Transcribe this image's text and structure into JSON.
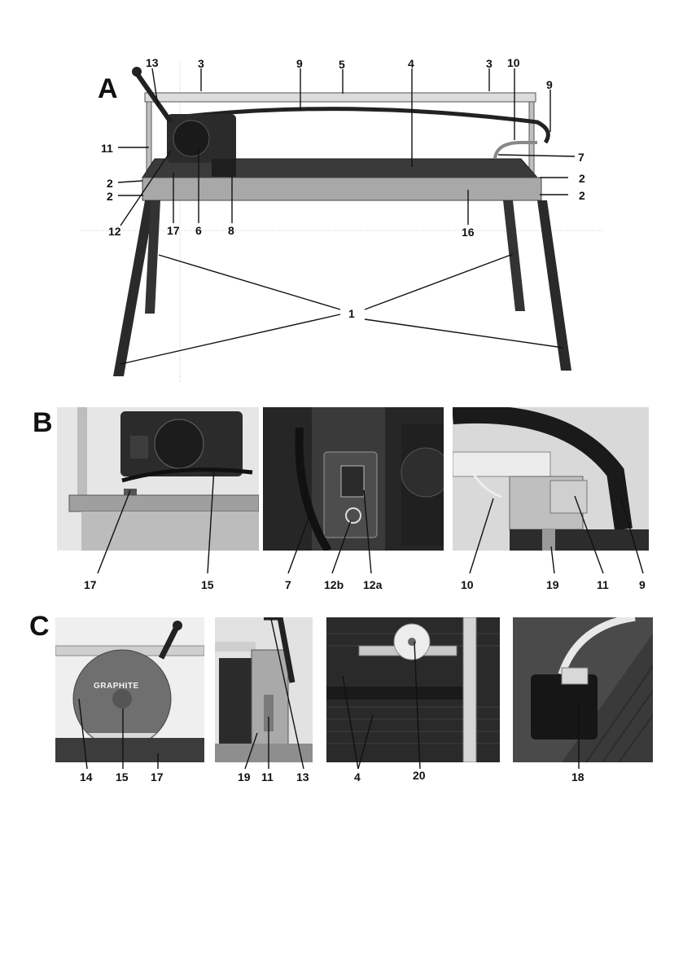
{
  "sections": {
    "a": "A",
    "b": "B",
    "c": "C"
  },
  "figure_a": {
    "labels": {
      "l13": "13",
      "l3a": "3",
      "l9a": "9",
      "l5": "5",
      "l4": "4",
      "l3b": "3",
      "l10": "10",
      "l9b": "9",
      "l11": "11",
      "l7": "7",
      "l2a": "2",
      "l2b": "2",
      "l2c": "2",
      "l2d": "2",
      "l12": "12",
      "l17": "17",
      "l6": "6",
      "l8": "8",
      "l16": "16",
      "l1": "1"
    }
  },
  "figure_b": {
    "labels": {
      "l17": "17",
      "l15": "15",
      "l7": "7",
      "l12b": "12b",
      "l12a": "12a",
      "l10": "10",
      "l19": "19",
      "l11": "11",
      "l9": "9"
    }
  },
  "figure_c": {
    "brand": "GRAPHITE",
    "labels": {
      "l14": "14",
      "l15": "15",
      "l17": "17",
      "l19": "19",
      "l11": "11",
      "l13": "13",
      "l4": "4",
      "l20": "20",
      "l18": "18"
    }
  },
  "colors": {
    "ink": "#111111",
    "steel": "#2a2a2a",
    "frame": "#9a9a9a",
    "table": "#3a3a3a"
  }
}
